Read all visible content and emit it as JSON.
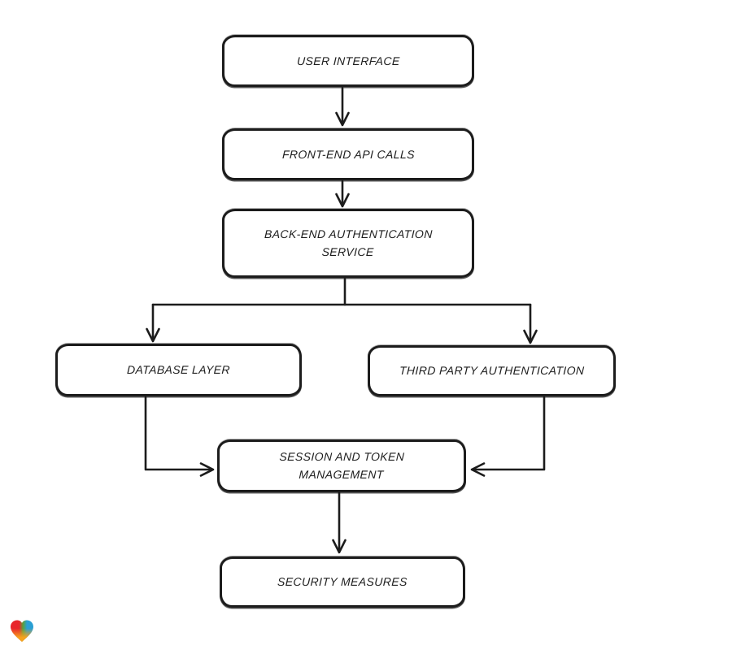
{
  "diagram": {
    "type": "flowchart",
    "style": "hand-drawn",
    "nodes": [
      {
        "id": "user-interface",
        "label": "USER INTERFACE"
      },
      {
        "id": "front-end-api-calls",
        "label": "FRONT-END API CALLS"
      },
      {
        "id": "back-end-authentication-service",
        "label": "BACK-END AUTHENTICATION SERVICE"
      },
      {
        "id": "database-layer",
        "label": "DATABASE LAYER"
      },
      {
        "id": "third-party-authentication",
        "label": "THIRD PARTY AUTHENTICATION"
      },
      {
        "id": "session-and-token-management",
        "label": "SESSION AND TOKEN MANAGEMENT"
      },
      {
        "id": "security-measures",
        "label": "SECURITY MEASURES"
      }
    ],
    "edges": [
      {
        "from": "user-interface",
        "to": "front-end-api-calls"
      },
      {
        "from": "front-end-api-calls",
        "to": "back-end-authentication-service"
      },
      {
        "from": "back-end-authentication-service",
        "to": "database-layer"
      },
      {
        "from": "back-end-authentication-service",
        "to": "third-party-authentication"
      },
      {
        "from": "database-layer",
        "to": "session-and-token-management"
      },
      {
        "from": "third-party-authentication",
        "to": "session-and-token-management"
      },
      {
        "from": "session-and-token-management",
        "to": "security-measures"
      }
    ],
    "colors": {
      "stroke": "#1c1c1c",
      "node_fill": "#ffffff",
      "background": "#ffffff"
    }
  },
  "branding": {
    "logo_icon": "heart-logo",
    "logo_colors": {
      "red": "#e8252b",
      "green": "#57a33c",
      "blue": "#2a9fd3",
      "orange": "#f6a21e"
    }
  }
}
